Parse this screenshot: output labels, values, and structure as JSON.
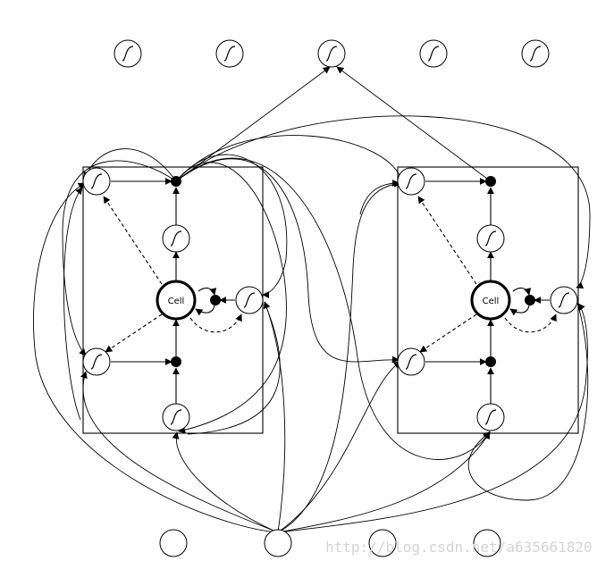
{
  "diagram": {
    "cell_blocks": [
      {
        "id": "block-1",
        "cell_label": "Cell"
      },
      {
        "id": "block-2",
        "cell_label": "Cell"
      }
    ],
    "output_units": 5,
    "input_units": 4,
    "sigmoid_symbol": "sigmoid-icon"
  },
  "watermark": "http://blog.csdn.net/a635661820"
}
